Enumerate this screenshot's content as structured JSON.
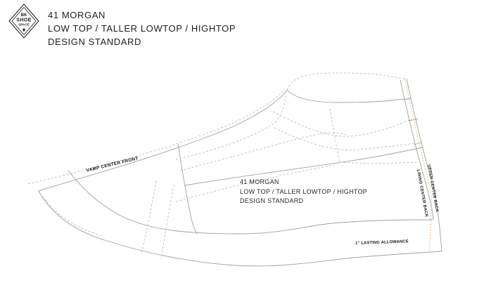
{
  "logo": {
    "line1": "BK",
    "line2": "SHOE",
    "line3": "SPACE"
  },
  "header": {
    "title": "41 MORGAN",
    "subtitle": "LOW TOP / TALLER LOWTOP / HIGHTOP",
    "standard": "DESIGN STANDARD"
  },
  "drawing": {
    "caption": {
      "title": "41 MORGAN",
      "subtitle": "LOW TOP / TALLER LOWTOP / HIGHTOP",
      "standard": "DESIGN STANDARD"
    },
    "labels": {
      "vamp_center_front": "VAMP CENTER FRONT",
      "upper_center_back": "UPPER CENTER BACK",
      "lining_center_back": "LINING CENTER BACK",
      "lasting_allowance": "1\" LASTING ALLOWANCE"
    },
    "colors": {
      "outline": "#a0a0a0",
      "dashed": "#bcbcbc",
      "center_back_dashed": "#e4b778",
      "text": "#1d1d1d",
      "background": "#ffffff"
    }
  }
}
